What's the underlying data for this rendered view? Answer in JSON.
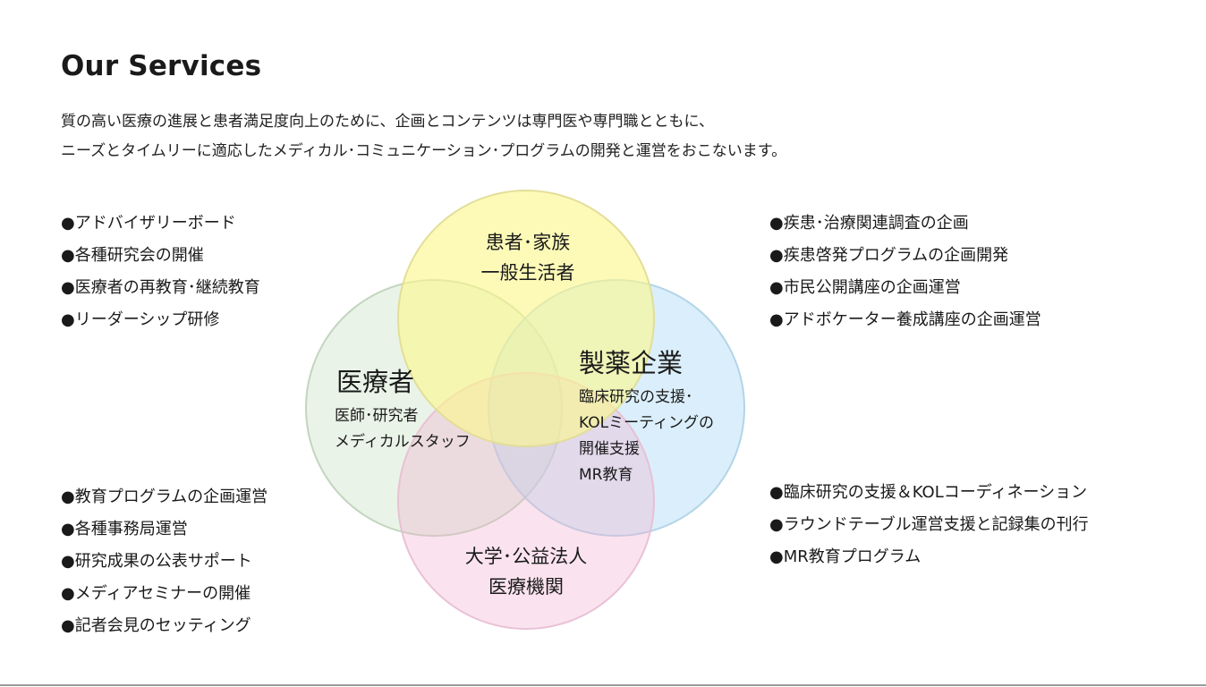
{
  "title": "Our Services",
  "intro": {
    "line1": "質の高い医療の進展と患者満足度向上のために、企画とコンテンツは専門医や専門職とともに、",
    "line2": "ニーズとタイムリーに適応したメディカル･コミュニケーション･プログラムの開発と運営をおこないます。"
  },
  "lists": {
    "top_left": [
      "●アドバイザリーボード",
      "●各種研究会の開催",
      "●医療者の再教育･継続教育",
      "●リーダーシップ研修"
    ],
    "top_right": [
      "●疾患･治療関連調査の企画",
      "●疾患啓発プログラムの企画開発",
      "●市民公開講座の企画運営",
      "●アドボケーター養成講座の企画運営"
    ],
    "bottom_left": [
      "●教育プログラムの企画運営",
      "●各種事務局運営",
      "●研究成果の公表サポート",
      "●メディアセミナーの開催",
      "●記者会見のセッティング"
    ],
    "bottom_right": [
      "●臨床研究の支援＆KOLコーディネーション",
      "●ラウンドテーブル運営支援と記録集の刊行",
      "●MR教育プログラム"
    ]
  },
  "venn": {
    "top": {
      "line1": "患者･家族",
      "line2": "一般生活者",
      "color": "#fcf78c"
    },
    "left": {
      "title": "医療者",
      "sub1": "医師･研究者",
      "sub2": "メディカルスタッフ",
      "color": "#cee2c6"
    },
    "right": {
      "title": "製薬企業",
      "sub1": "臨床研究の支援･",
      "sub2": "KOLミーティングの",
      "sub3": "開催支援",
      "sub4": "MR教育",
      "color": "#b2def6"
    },
    "bottom": {
      "line1": "大学･公益法人",
      "line2": "医療機関",
      "color": "#f2b2d0"
    }
  }
}
